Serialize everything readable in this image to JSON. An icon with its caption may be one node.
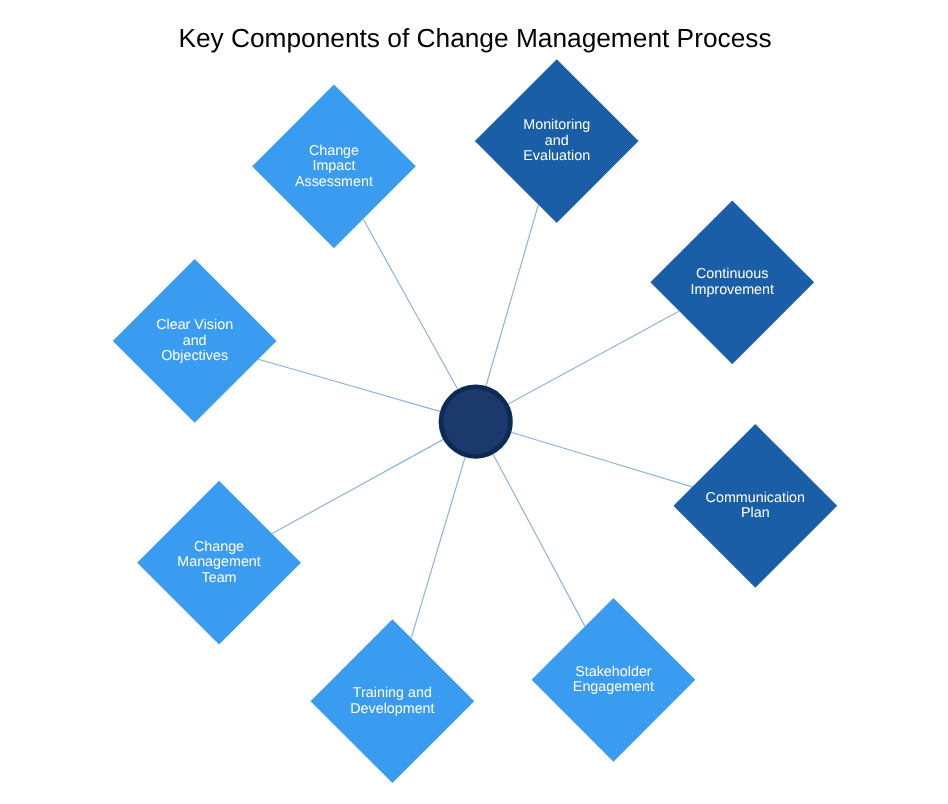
{
  "diagram": {
    "title": "Key Components of Change Management Process",
    "nodes": [
      {
        "text": [
          "Clear Vision and Objectives"
        ]
      },
      {
        "text": [
          "Continuous Improvement"
        ]
      },
      {
        "text": [
          "Stakeholder Engagement"
        ]
      },
      {
        "text": [
          "Monitoring and Evaluation"
        ]
      },
      {
        "text": [],
        "shape": "circle"
      },
      {
        "text": [
          "Change Impact Assessment"
        ]
      },
      {
        "text": [
          "Change Management Team"
        ]
      },
      {
        "text": [
          "Communication Plan"
        ]
      },
      {
        "text": [
          "Training and Development"
        ]
      }
    ],
    "edges": [
      {
        "from": 4,
        "to": 0,
        "arrow": "none"
      },
      {
        "from": 4,
        "to": 1,
        "arrow": "none"
      },
      {
        "from": 4,
        "to": 2,
        "arrow": "none"
      },
      {
        "from": 4,
        "to": 3,
        "arrow": "none"
      },
      {
        "from": 4,
        "to": 5,
        "arrow": "none"
      },
      {
        "from": 4,
        "to": 6,
        "arrow": "none"
      },
      {
        "from": 4,
        "to": 7,
        "arrow": "none"
      },
      {
        "from": 4,
        "to": 8,
        "arrow": "none"
      }
    ]
  }
}
